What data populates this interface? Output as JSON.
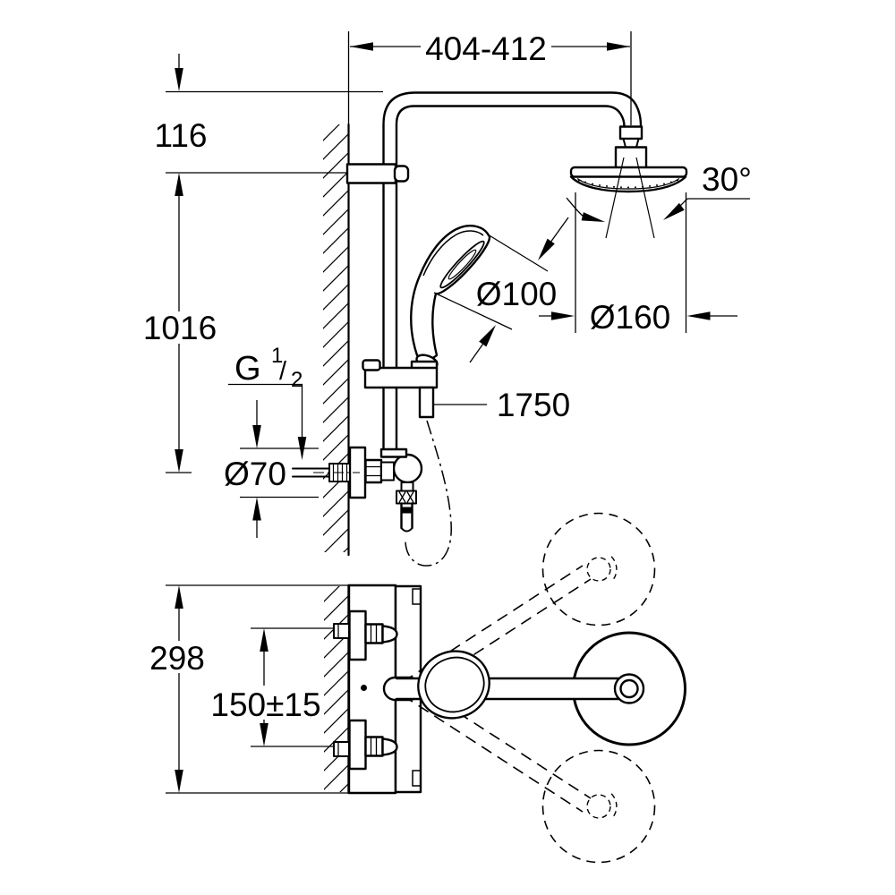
{
  "drawing": {
    "kind": "technical installation dimension drawing",
    "background_color": "#ffffff",
    "line_color": "#000000"
  },
  "dimensions": {
    "arm_reach": "404-412",
    "top_offset": "116",
    "riser_height": "1016",
    "thread_prefix": "G",
    "thread_numerator": "1",
    "thread_slash": "/",
    "thread_denominator": "2",
    "escutcheon_diameter": "Ø70",
    "hose_length": "1750",
    "handshower_diameter": "Ø100",
    "headshower_diameter": "Ø160",
    "swivel_angle": "30°",
    "plan_overall": "298",
    "supply_spacing": "150±15"
  }
}
